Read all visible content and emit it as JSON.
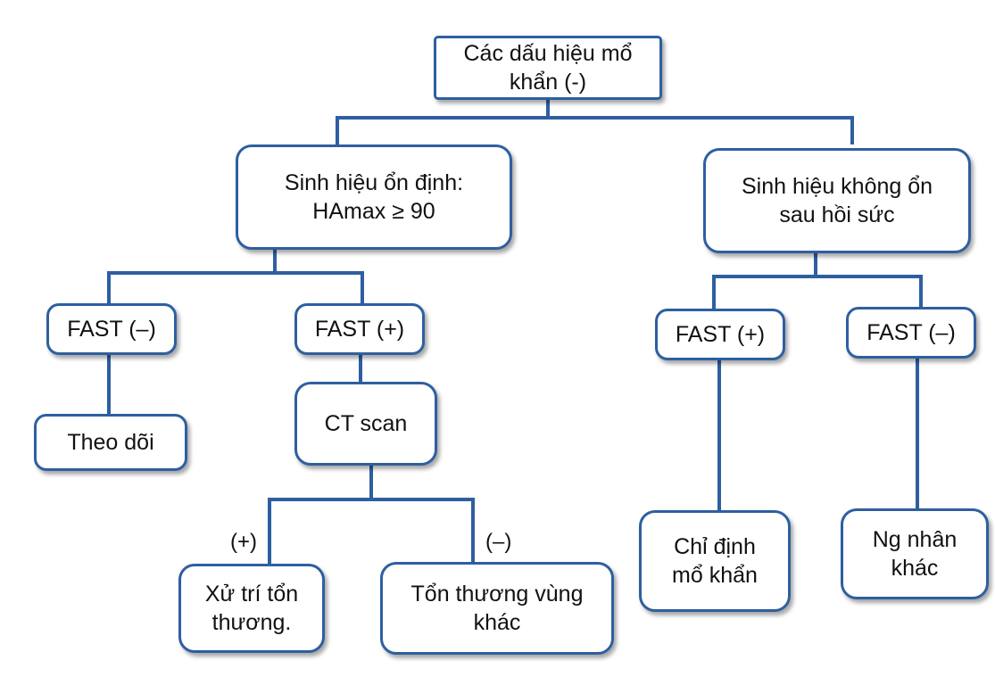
{
  "diagram": {
    "root": {
      "line1": "Các dấu hiệu mổ",
      "line2": "khẩn (-)"
    },
    "left_branch": {
      "title": {
        "line1": "Sinh hiệu ổn định:",
        "line2": "HAmax ≥ 90"
      },
      "fast_negative": {
        "label": "FAST (–)",
        "outcome": "Theo dõi"
      },
      "fast_positive": {
        "label": "FAST (+)",
        "ct": "CT scan",
        "positive_label": "(+)",
        "negative_label": "(–)",
        "positive_outcome": {
          "line1": "Xử trí tổn",
          "line2": "thương."
        },
        "negative_outcome": {
          "line1": "Tổn thương vùng",
          "line2": "khác"
        }
      }
    },
    "right_branch": {
      "title": {
        "line1": "Sinh hiệu không ổn",
        "line2": "sau hồi sức"
      },
      "fast_positive": {
        "label": "FAST (+)",
        "outcome": {
          "line1": "Chỉ định",
          "line2": "mổ khẩn"
        }
      },
      "fast_negative": {
        "label": "FAST (–)",
        "outcome": {
          "line1": "Ng nhân",
          "line2": "khác"
        }
      }
    },
    "colors": {
      "border": "#2E5FA0",
      "connector": "#2E5FA0",
      "text": "#111111",
      "background": "#ffffff"
    }
  }
}
